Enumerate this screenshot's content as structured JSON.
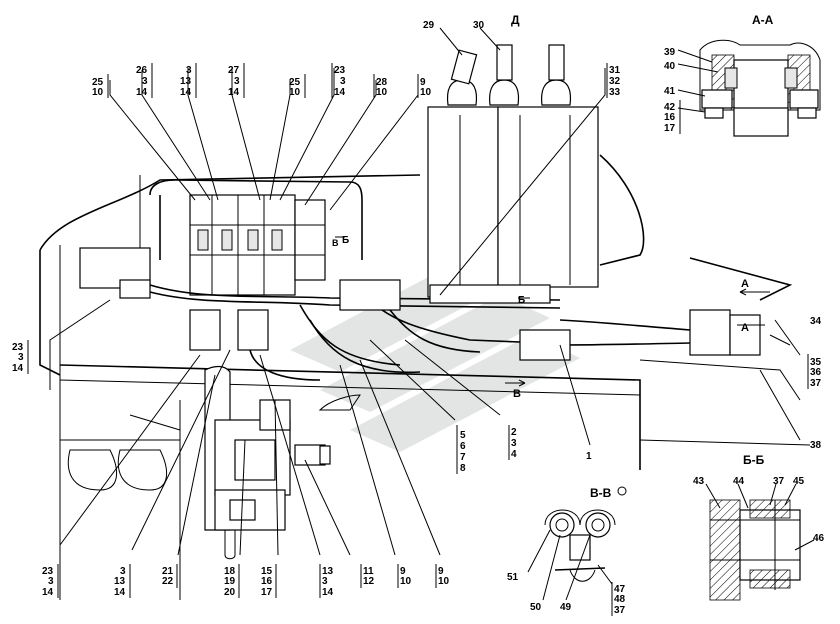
{
  "section_titles": {
    "view_d": "Д",
    "section_aa": "А-А",
    "section_bb": "Б-Б",
    "section_vv": "В-В"
  },
  "section_marks": {
    "a1": "А",
    "a2": "А",
    "b1": "Б",
    "b2": "Б",
    "v1": "В",
    "v2": "В"
  },
  "callouts": {
    "c29": "29",
    "c30": "30",
    "c25a": [
      "25",
      "10"
    ],
    "c26": [
      "26",
      "3",
      "14"
    ],
    "c3a": [
      "3",
      "13",
      "14"
    ],
    "c27": [
      "27",
      "3",
      "14"
    ],
    "c25b": [
      "25",
      "10"
    ],
    "c23a": [
      "23",
      "3",
      "14"
    ],
    "c28": [
      "28",
      "10"
    ],
    "c9a": [
      "9",
      "10"
    ],
    "c31": [
      "31",
      "32",
      "33"
    ],
    "c39": "39",
    "c40": "40",
    "c41": "41",
    "c42": [
      "42",
      "16",
      "17"
    ],
    "c34": "34",
    "c35": [
      "35",
      "36",
      "37"
    ],
    "c38": "38",
    "c1": "1",
    "c2": [
      "2",
      "3",
      "4"
    ],
    "c5": [
      "5",
      "6",
      "7",
      "8"
    ],
    "c23b": [
      "23",
      "3",
      "14"
    ],
    "c23c": [
      "23",
      "3",
      "14"
    ],
    "c3b": [
      "3",
      "13",
      "14"
    ],
    "c21": [
      "21",
      "22"
    ],
    "c18": [
      "18",
      "19",
      "20"
    ],
    "c15": [
      "15",
      "16",
      "17"
    ],
    "c13": [
      "13",
      "3",
      "14"
    ],
    "c11": [
      "11",
      "12"
    ],
    "c9b": [
      "9",
      "10"
    ],
    "c9c": [
      "9",
      "10"
    ],
    "c43": "43",
    "c44": "44",
    "c37": "37",
    "c45": "45",
    "c46": "46",
    "c51": "51",
    "c50": "50",
    "c49": "49",
    "c47": [
      "47",
      "48",
      "37"
    ]
  }
}
